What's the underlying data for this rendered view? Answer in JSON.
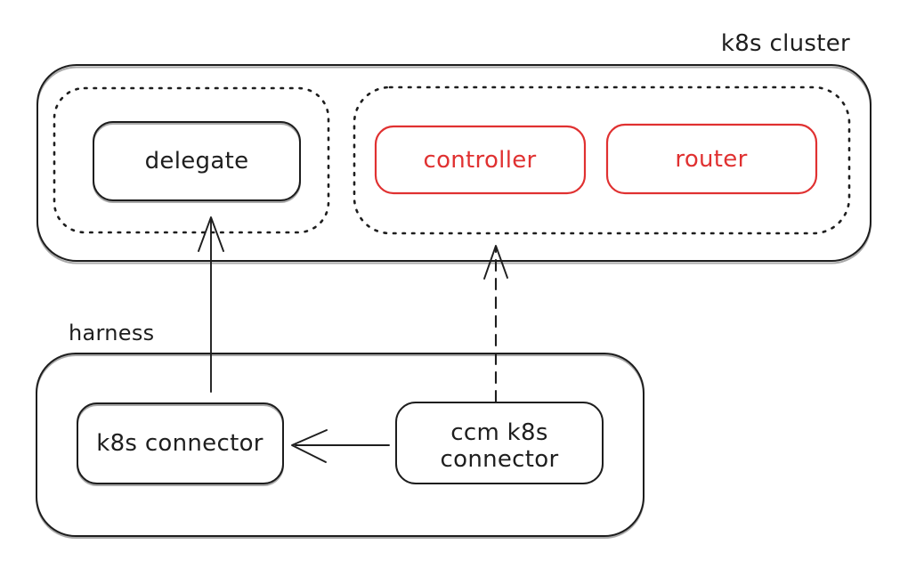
{
  "colors": {
    "background": "#ffffff",
    "stroke": "#1e1e1e",
    "red": "#e03131"
  },
  "labels": {
    "k8s_cluster": "k8s cluster",
    "delegate": "delegate",
    "controller": "controller",
    "router": "router",
    "harness": "harness",
    "k8s_connector": "k8s connector",
    "ccm_k8s_connector_line1": "ccm k8s",
    "ccm_k8s_connector_line2": "connector"
  },
  "diagram": {
    "clusters": [
      {
        "name": "k8s cluster",
        "groups": [
          {
            "style": "dotted",
            "nodes": [
              "delegate"
            ]
          },
          {
            "style": "dotted",
            "nodes": [
              "controller",
              "router"
            ]
          }
        ]
      },
      {
        "name": "harness",
        "groups": [
          {
            "style": "solid",
            "nodes": [
              "k8s connector",
              "ccm k8s connector"
            ]
          }
        ]
      }
    ],
    "edges": [
      {
        "from": "k8s connector",
        "to": "delegate group",
        "line": "solid",
        "arrowhead": "open-v"
      },
      {
        "from": "ccm k8s connector",
        "to": "controller-router group",
        "line": "dashed",
        "arrowhead": "open-v"
      },
      {
        "from": "ccm k8s connector",
        "to": "k8s connector",
        "line": "solid",
        "arrowhead": "open-v"
      }
    ]
  }
}
